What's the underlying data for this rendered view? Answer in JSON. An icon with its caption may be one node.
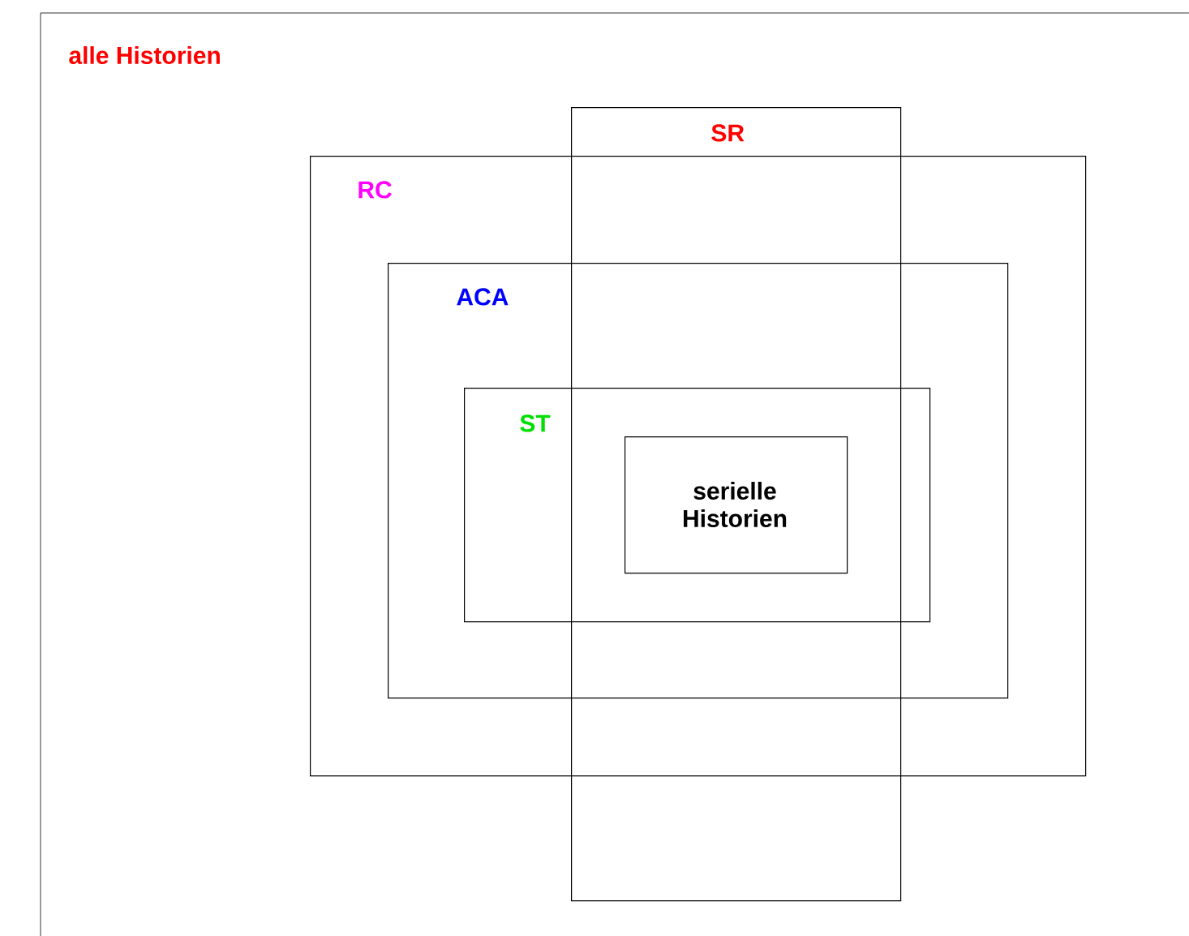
{
  "diagram": {
    "nodes": [
      {
        "text": [
          "alle Historien"
        ]
      },
      {
        "text": [
          "SR"
        ],
        "in": 0
      },
      {
        "text": [
          "RC"
        ],
        "in": 0
      },
      {
        "text": [
          "ACA"
        ],
        "in": 2
      },
      {
        "text": [
          "ST"
        ],
        "in": 3
      },
      {
        "text": [
          "serielle Historien"
        ]
      }
    ]
  }
}
